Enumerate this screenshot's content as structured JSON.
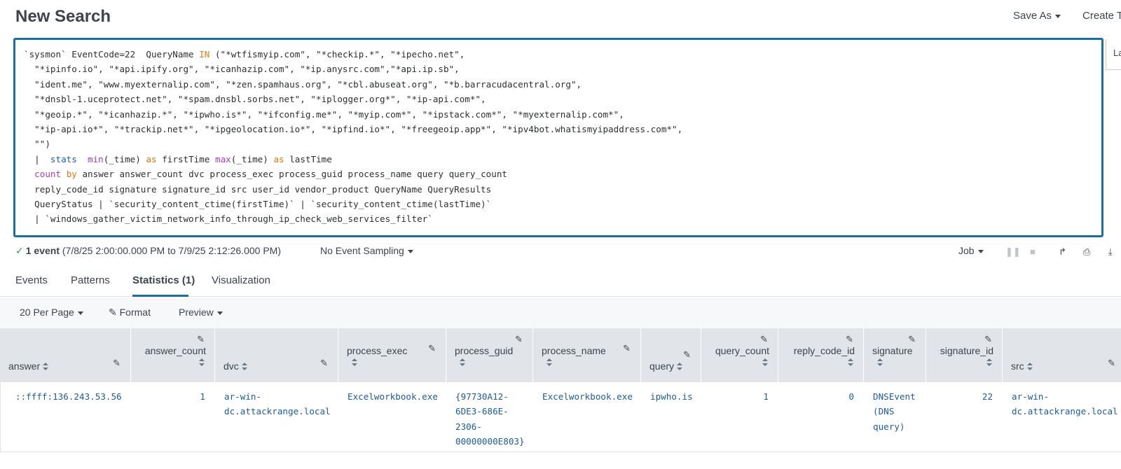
{
  "header": {
    "title": "New Search",
    "save_as": "Save As",
    "create": "Create T",
    "side_tab": "La"
  },
  "search": {
    "lines": [
      [
        {
          "t": "`sysmon` EventCode=22  QueryName "
        },
        {
          "t": "IN",
          "c": "orange"
        },
        {
          "t": " (\"*wtfismyip.com\", \"*checkip.*\", \"*ipecho.net\","
        }
      ],
      [
        {
          "t": "  \"*ipinfo.io\", \"*api.ipify.org\", \"*icanhazip.com\", \"*ip.anysrc.com\",\"*api.ip.sb\","
        }
      ],
      [
        {
          "t": "  \"ident.me\", \"www.myexternalip.com\", \"*zen.spamhaus.org\", \"*cbl.abuseat.org\", \"*b.barracudacentral.org\","
        }
      ],
      [
        {
          "t": "  \"*dnsbl-1.uceprotect.net\", \"*spam.dnsbl.sorbs.net\", \"*iplogger.org*\", \"*ip-api.com*\","
        }
      ],
      [
        {
          "t": "  \"*geoip.*\", \"*icanhazip.*\", \"*ipwho.is*\", \"*ifconfig.me*\", \"*myip.com*\", \"*ipstack.com*\", \"*myexternalip.com*\","
        }
      ],
      [
        {
          "t": "  \"*ip-api.io*\", \"*trackip.net*\", \"*ipgeolocation.io*\", \"*ipfind.io*\", \"*freegeoip.app*\", \"*ipv4bot.whatismyipaddress.com*\","
        }
      ],
      [
        {
          "t": "  \"\")"
        }
      ],
      [
        {
          "t": "  |  "
        },
        {
          "t": "stats",
          "c": "blue"
        },
        {
          "t": "  "
        },
        {
          "t": "min",
          "c": "purple"
        },
        {
          "t": "(_time) "
        },
        {
          "t": "as",
          "c": "orange"
        },
        {
          "t": " firstTime "
        },
        {
          "t": "max",
          "c": "purple"
        },
        {
          "t": "(_time) "
        },
        {
          "t": "as",
          "c": "orange"
        },
        {
          "t": " lastTime"
        }
      ],
      [
        {
          "t": "  "
        },
        {
          "t": "count",
          "c": "purple"
        },
        {
          "t": " "
        },
        {
          "t": "by",
          "c": "orange"
        },
        {
          "t": " answer answer_count dvc process_exec process_guid process_name query query_count"
        }
      ],
      [
        {
          "t": "  reply_code_id signature signature_id src user_id vendor_product QueryName QueryResults"
        }
      ],
      [
        {
          "t": "  QueryStatus | `security_content_ctime(firstTime)` | `security_content_ctime(lastTime)`"
        }
      ],
      [
        {
          "t": "  | `windows_gather_victim_network_info_through_ip_check_web_services_filter`"
        }
      ]
    ]
  },
  "status": {
    "count": "1 event",
    "range": "(7/8/25 2:00:00.000 PM to 7/9/25 2:12:26.000 PM)",
    "sampling": "No Event Sampling",
    "job": "Job"
  },
  "tabs": [
    "Events",
    "Patterns",
    "Statistics (1)",
    "Visualization"
  ],
  "toolbar": {
    "per_page": "20 Per Page",
    "format": "Format",
    "preview": "Preview"
  },
  "table": {
    "columns": [
      "answer",
      "answer_count",
      "dvc",
      "process_exec",
      "process_guid",
      "process_name",
      "query",
      "query_count",
      "reply_code_id",
      "signature",
      "signature_id",
      "src"
    ],
    "row": {
      "answer": "::ffff:136.243.53.56",
      "answer_count": "1",
      "dvc": "ar-win-\ndc.attackrange.local",
      "process_exec": "Excelworkbook.exe",
      "process_guid": "{97730A12-\n6DE3-686E-\n2306-\n00000000E803}",
      "process_name": "Excelworkbook.exe",
      "query": "ipwho.is",
      "query_count": "1",
      "reply_code_id": "0",
      "signature": "DNSEvent\n(DNS\nquery)",
      "signature_id": "22",
      "src": "ar-win-\ndc.attackrange.local"
    }
  },
  "colors": {
    "accent": "#1a6fa8",
    "link": "#1a5c9c",
    "header_bg": "#e1e5e9"
  }
}
